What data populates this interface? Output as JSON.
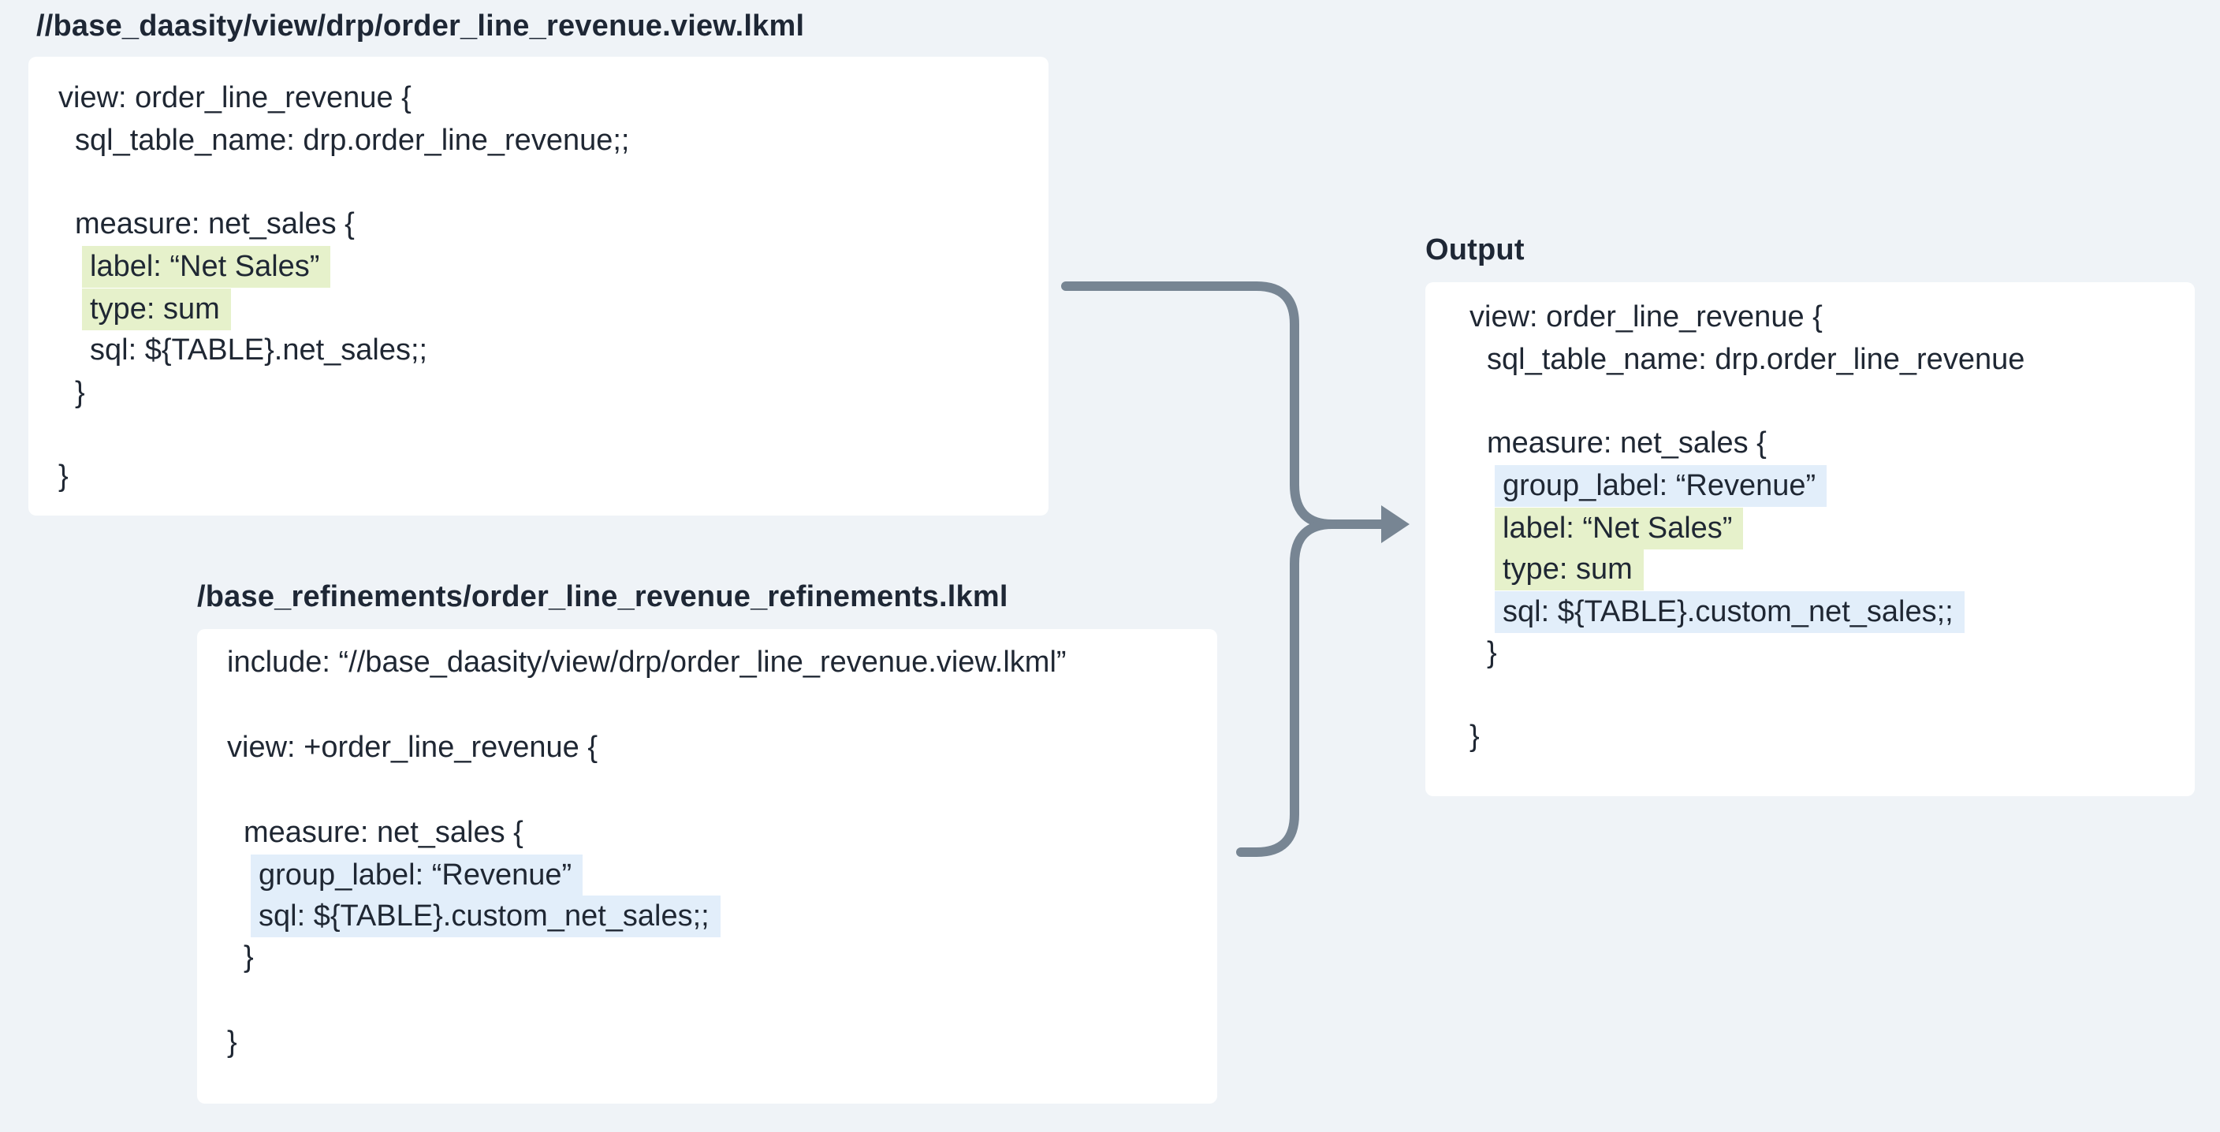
{
  "base_view": {
    "title": "//base_daasity/view/drp/order_line_revenue.view.lkml",
    "lines": [
      "view: order_line_revenue {",
      "sql_table_name: drp.order_line_revenue;;",
      "measure: net_sales {",
      "label: “Net Sales”",
      "type: sum",
      "sql: ${TABLE}.net_sales;;",
      "}",
      "}"
    ]
  },
  "refinements": {
    "title": "/base_refinements/order_line_revenue_refinements.lkml",
    "lines": [
      "include: “//base_daasity/view/drp/order_line_revenue.view.lkml”",
      "view: +order_line_revenue {",
      "measure: net_sales {",
      "group_label: “Revenue”",
      "sql: ${TABLE}.custom_net_sales;;",
      "}",
      "}"
    ]
  },
  "output": {
    "title": "Output",
    "lines": [
      "view: order_line_revenue {",
      "sql_table_name: drp.order_line_revenue",
      "measure: net_sales {",
      "group_label: “Revenue”",
      "label: “Net Sales”",
      "type: sum",
      "sql: ${TABLE}.custom_net_sales;;",
      "}",
      "}"
    ]
  },
  "colors": {
    "background": "#EFF3F7",
    "card": "#FFFFFF",
    "text": "#1F2733",
    "highlight_base": "#E6F1CB",
    "highlight_refinement": "#E2EEFA",
    "connector": "#778593"
  }
}
